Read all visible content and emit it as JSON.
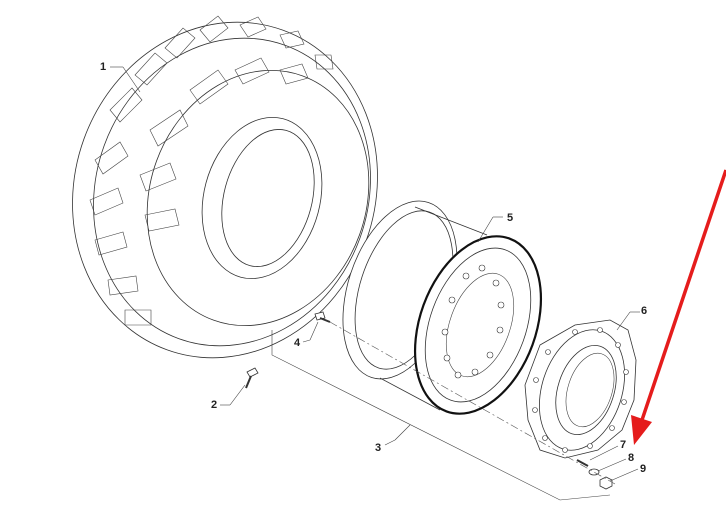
{
  "diagram": {
    "callouts": [
      "1",
      "2",
      "3",
      "4",
      "5",
      "6",
      "7",
      "8",
      "9"
    ]
  },
  "colors": {
    "line": "#333333",
    "arrow": "#e51c1c"
  }
}
